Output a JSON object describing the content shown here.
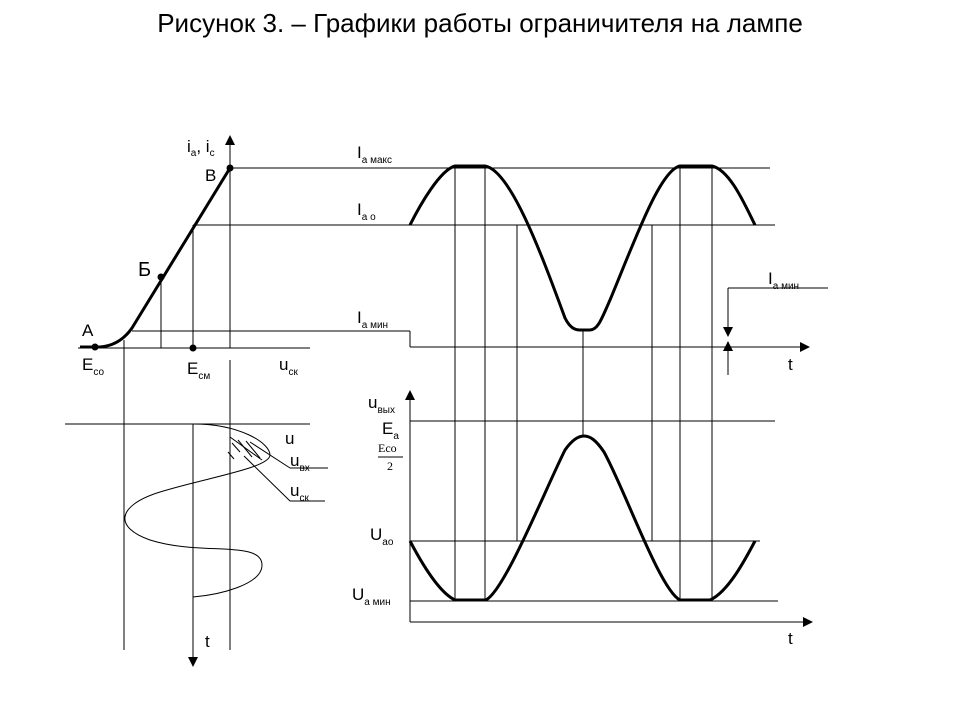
{
  "title": "Рисунок 3.   – Графики работы ограничителя на лампе",
  "labels": {
    "ia_ic": {
      "main": "i",
      "sub_a": "а",
      "sep": ", i",
      "sub_c": "с"
    },
    "point_v": "В",
    "point_b": "Б",
    "point_a": "А",
    "eco": {
      "main": "E",
      "sub": "со"
    },
    "esm": {
      "main": "E",
      "sub": "см"
    },
    "usk": {
      "main": "u",
      "sub": "ск"
    },
    "u": "u",
    "uvx": {
      "main": "u",
      "sub": "вх"
    },
    "usk2": {
      "main": "u",
      "sub": "ск"
    },
    "t_left": "t",
    "ia_maks": {
      "main": "I",
      "sub": "а макс"
    },
    "ia_o": {
      "main": "I",
      "sub": "а о"
    },
    "ia_min": {
      "main": "I",
      "sub": "а мин"
    },
    "ia_min_right": {
      "main": "I",
      "sub": "а мин"
    },
    "t_top": "t",
    "uvyx": {
      "main": "u",
      "sub": "вых"
    },
    "ea": {
      "main": "E",
      "sub": "а"
    },
    "eco_frac": {
      "num": "Eco",
      "den": "2"
    },
    "uao": {
      "main": "U",
      "sub": "ао"
    },
    "ua_min": {
      "main": "U",
      "sub": "а мин"
    },
    "t_bottom": "t"
  }
}
